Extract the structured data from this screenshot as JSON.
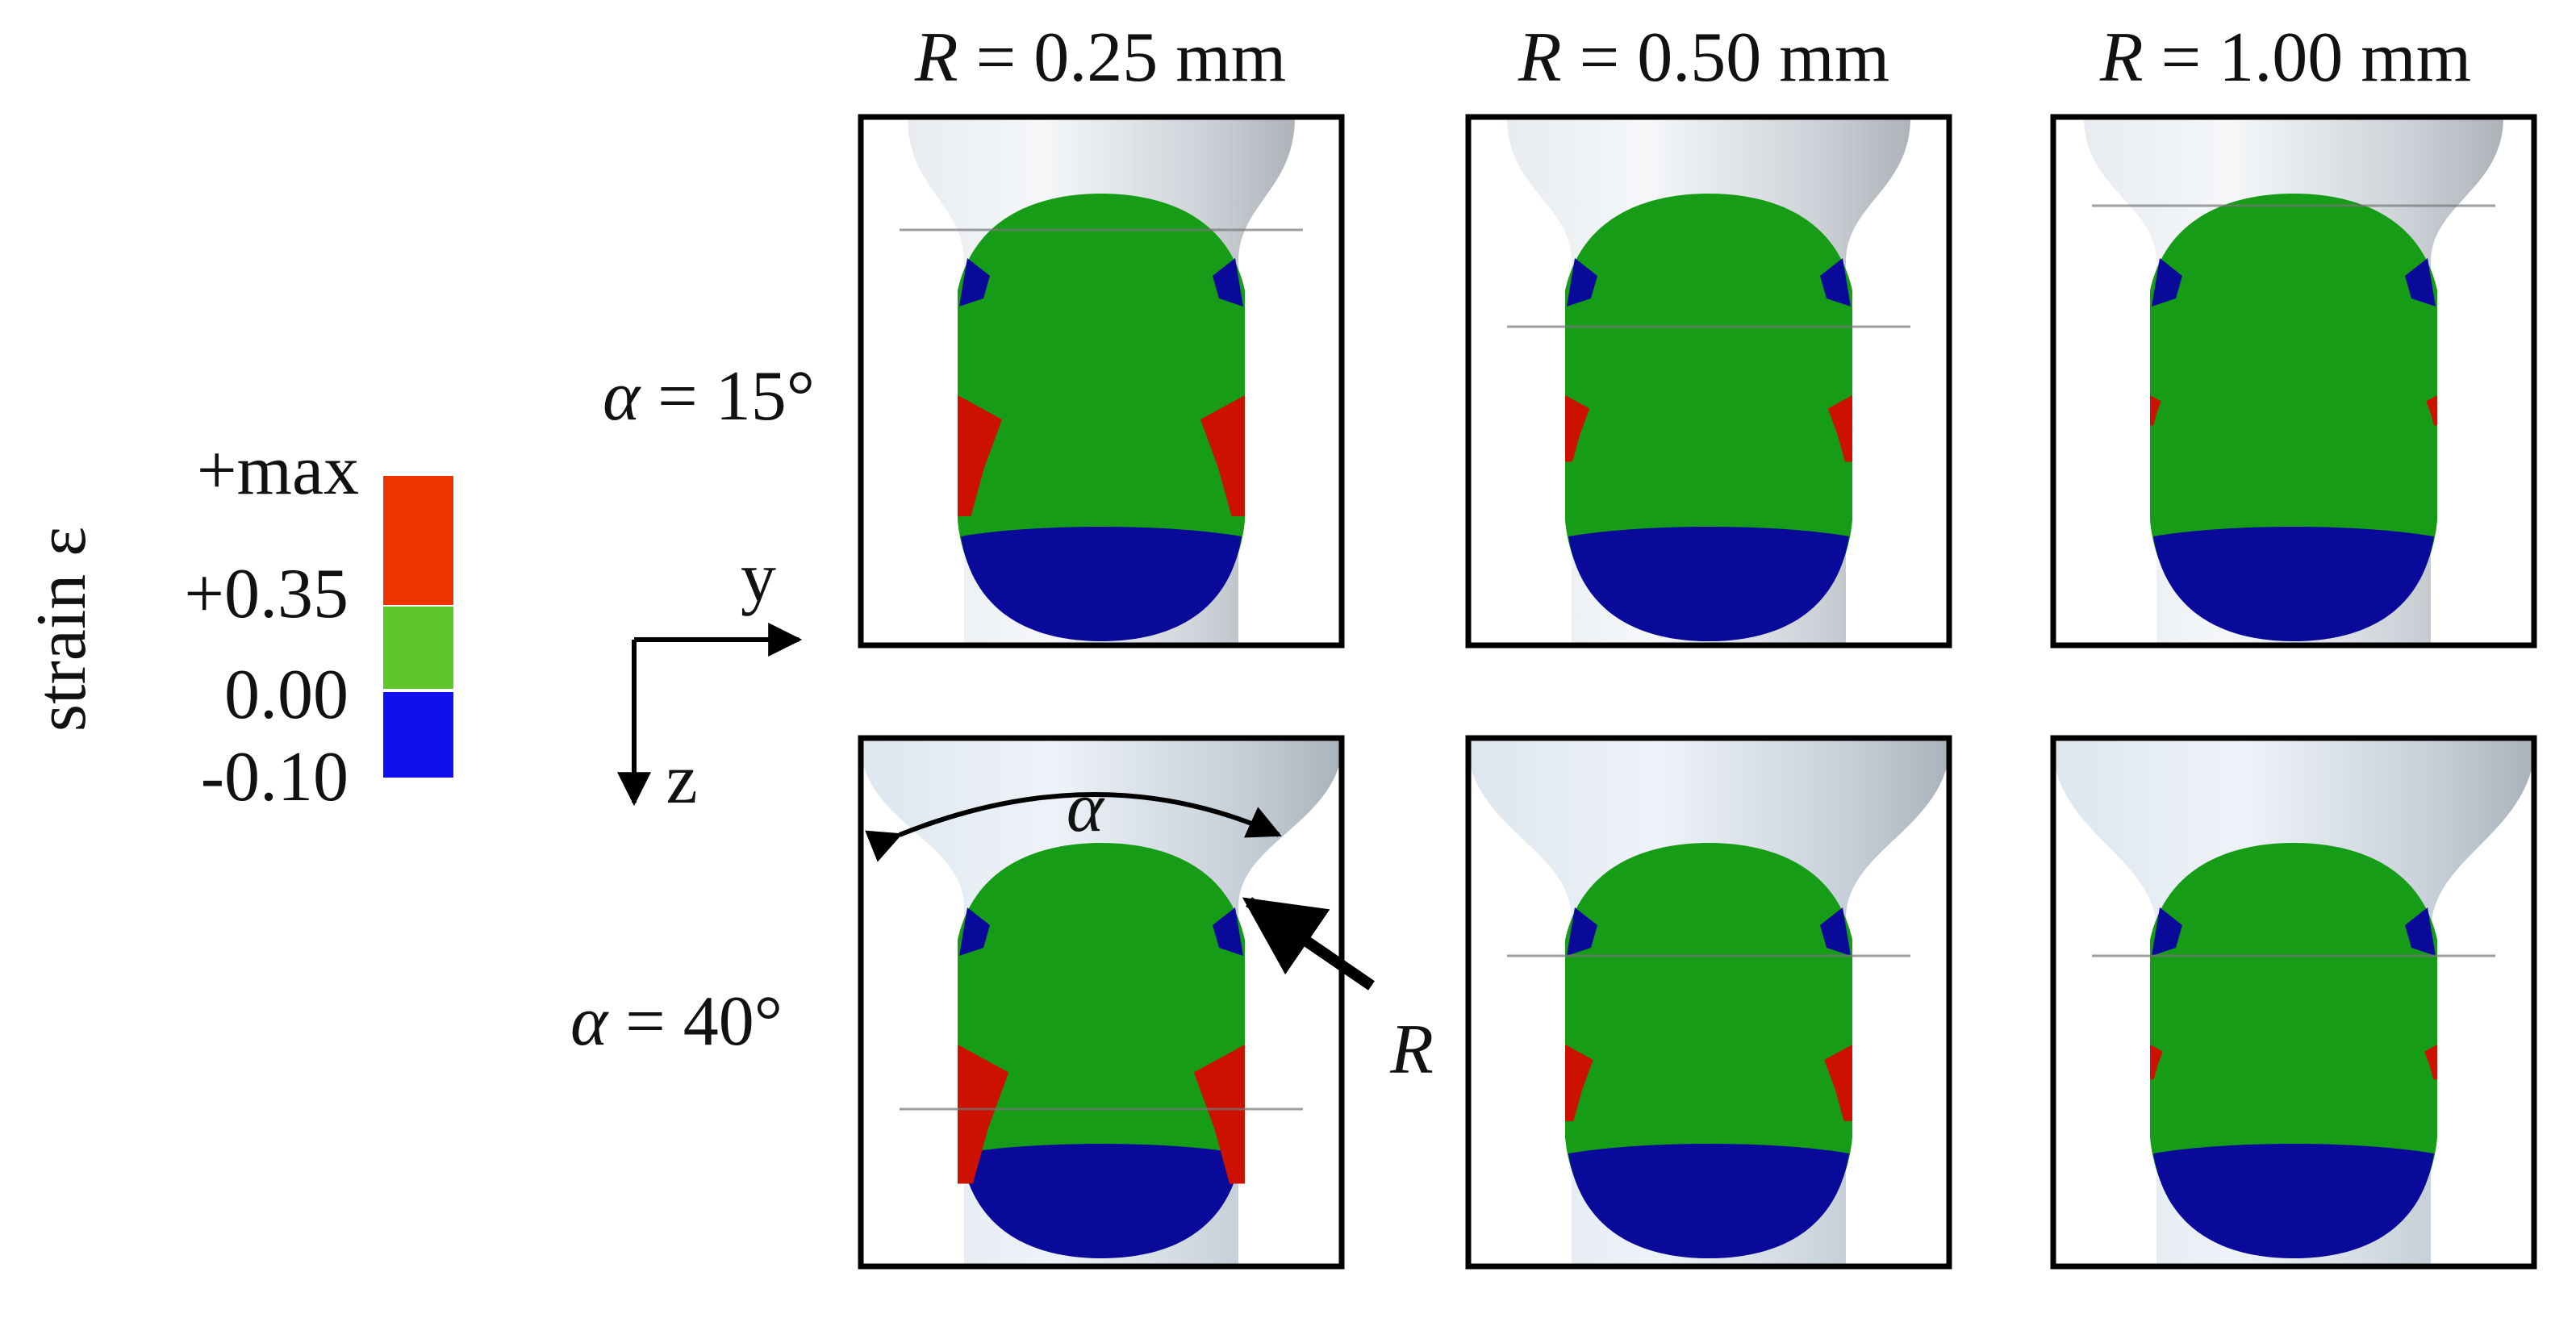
{
  "columns": [
    {
      "symbol": "R",
      "rest": " = 0.25 mm"
    },
    {
      "symbol": "R",
      "rest": " = 0.50 mm"
    },
    {
      "symbol": "R",
      "rest": " = 1.00 mm"
    }
  ],
  "rows": [
    {
      "symbol": "α",
      "rest": " = 15°"
    },
    {
      "symbol": "α",
      "rest": " = 40°"
    }
  ],
  "legend": {
    "title": "strain ε",
    "ticks": [
      "+max",
      "+0.35",
      "0.00",
      "-0.10"
    ],
    "colors": {
      "high": "#ee3300",
      "mid": "#5ec82a",
      "low": "#1010ee"
    }
  },
  "axes": {
    "y": "y",
    "z": "z"
  },
  "annotations": {
    "angle": "α",
    "radius": "R"
  },
  "colors": {
    "tension_red": "#cc1100",
    "neutral_green": "#169c16",
    "compression_blue": "#0a0a9a",
    "tool_gray": "#cfcfcf",
    "frame": "#000000"
  }
}
